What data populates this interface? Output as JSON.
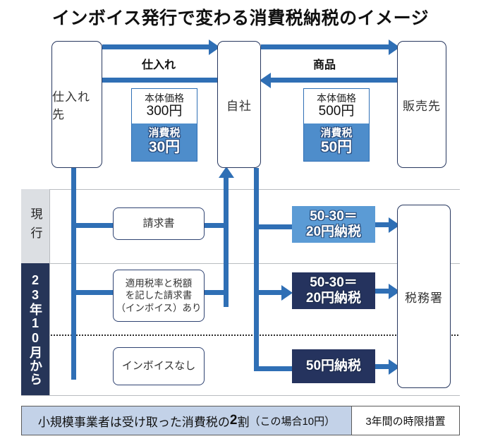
{
  "title": "インボイス発行で変わる消費税納税のイメージ",
  "entities": {
    "supplier": "仕入れ先",
    "own_company": "自社",
    "customer": "販売先",
    "tax_office": "税務署"
  },
  "flows": {
    "purchase_label": "仕入れ",
    "product_label": "商品"
  },
  "prices": [
    {
      "name": "purchase-price",
      "net_label": "本体価格",
      "net_amount": "300円",
      "tax_label": "消費税",
      "tax_amount": "30円"
    },
    {
      "name": "sales-price",
      "net_label": "本体価格",
      "net_amount": "500円",
      "tax_label": "消費税",
      "tax_amount": "50円"
    }
  ],
  "eras": {
    "current": "現行",
    "future": "23年10月から"
  },
  "documents": {
    "invoice_current": "請求書",
    "invoice_qualified_line1": "適用税率と税額",
    "invoice_qualified_line2": "を記した請求書",
    "invoice_qualified_line3": "（インボイス）あり",
    "invoice_none": "インボイスなし"
  },
  "tax_results": [
    {
      "name": "current-payment",
      "line1": "50-30＝",
      "line2": "20円納税",
      "style": "light"
    },
    {
      "name": "with-invoice-payment",
      "line1": "50-30＝",
      "line2": "20円納税",
      "style": "dark"
    },
    {
      "name": "without-invoice-payment",
      "line1": "50円納税",
      "line2": "",
      "style": "dark"
    }
  ],
  "footer": {
    "text_before": "小規模事業者は受け取った消費税の",
    "emphasis": "2",
    "text_after": "割",
    "paren": "（この場合10円）",
    "side_note": "3年間の時限措置"
  },
  "colors": {
    "accent_blue": "#2f6fb5",
    "light_blue": "#5b9bd5",
    "navy": "#25335e",
    "band_gray": "#dcdfe3",
    "footer_fill": "#c3d2e8"
  }
}
